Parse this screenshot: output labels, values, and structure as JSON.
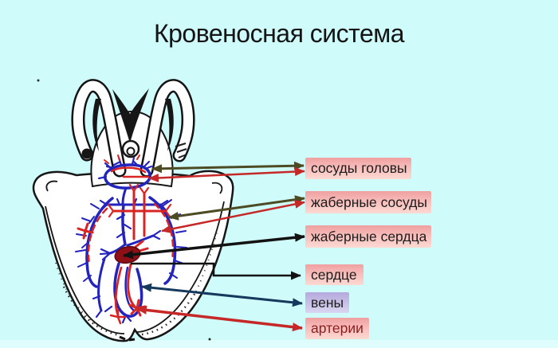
{
  "title": "Кровеносная система",
  "labels": [
    {
      "id": "head-vessels",
      "text": "сосуды головы",
      "box_style": "pink",
      "line_colors": [
        "olive",
        "red"
      ]
    },
    {
      "id": "gill-vessels",
      "text": "жаберные сосуды",
      "box_style": "pink",
      "line_colors": [
        "olive",
        "red"
      ]
    },
    {
      "id": "gill-hearts",
      "text": "жаберные сердца",
      "box_style": "pink",
      "line_colors": [
        "black"
      ]
    },
    {
      "id": "heart",
      "text": "сердце",
      "box_style": "pink",
      "line_colors": [
        "black"
      ]
    },
    {
      "id": "veins",
      "text": "вены",
      "box_style": "purple",
      "line_colors": [
        "navy"
      ]
    },
    {
      "id": "arteries",
      "text": "артерии",
      "box_style": "pink",
      "line_colors": [
        "red"
      ]
    }
  ],
  "colors": {
    "background": "#cffbfb",
    "bottom_strip": "#e0fdfd",
    "title_text": "#141414",
    "label_text": "#1c1c1c",
    "arteries_text": "#8b1f1f",
    "pink_box_top": "#efa0a0",
    "pink_box_mid": "#f9c2bf",
    "pink_box_bottom": "#fcd9d2",
    "purple_box_top": "#b5a9dc",
    "purple_box_bottom": "#dad5f1",
    "line_red": "#c62828",
    "line_olive": "#4d4b24",
    "line_black": "#121212",
    "line_navy": "#15395c",
    "vein_blue": "#2323bd",
    "artery_red": "#d92424",
    "heart_fill": "#8e1016",
    "outline_ink": "#161616"
  }
}
